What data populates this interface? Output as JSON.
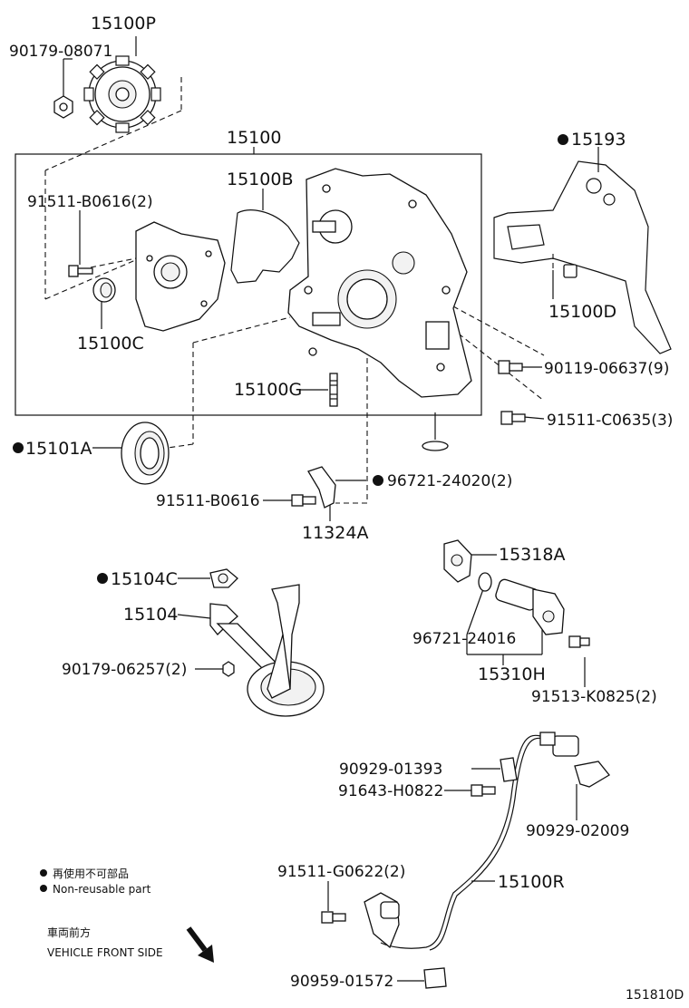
{
  "part_labels": {
    "p15100P": "15100P",
    "p9017908071": "90179-08071",
    "p15100": "15100",
    "p15100B": "15100B",
    "p91511B0616_2": "91511-B0616(2)",
    "p15100C": "15100C",
    "p15193": "15193",
    "p15100D": "15100D",
    "p9011906637": "90119-06637(9)",
    "p91511C0635": "91511-C0635(3)",
    "p15100G": "15100G",
    "p15101A": "15101A",
    "p96721_24020": "96721-24020(2)",
    "p91511B0616": "91511-B0616",
    "p11324A": "11324A",
    "p15318A": "15318A",
    "p15104C": "15104C",
    "p15104": "15104",
    "p9017906257": "90179-06257(2)",
    "p96721_24016": "96721-24016",
    "p15310H": "15310H",
    "p91513K0825": "91513-K0825(2)",
    "p9092901393": "90929-01393",
    "p91643H0822": "91643-H0822",
    "p9092902009": "90929-02009",
    "p91511G0622": "91511-G0622(2)",
    "p15100R": "15100R",
    "p9095901572": "90959-01572"
  },
  "legend": {
    "jp": "再使用不可部品",
    "en": "Non-reusable part"
  },
  "front": {
    "jp": "車両前方",
    "en": "VEHICLE FRONT SIDE"
  },
  "diagram_id": "151810D"
}
